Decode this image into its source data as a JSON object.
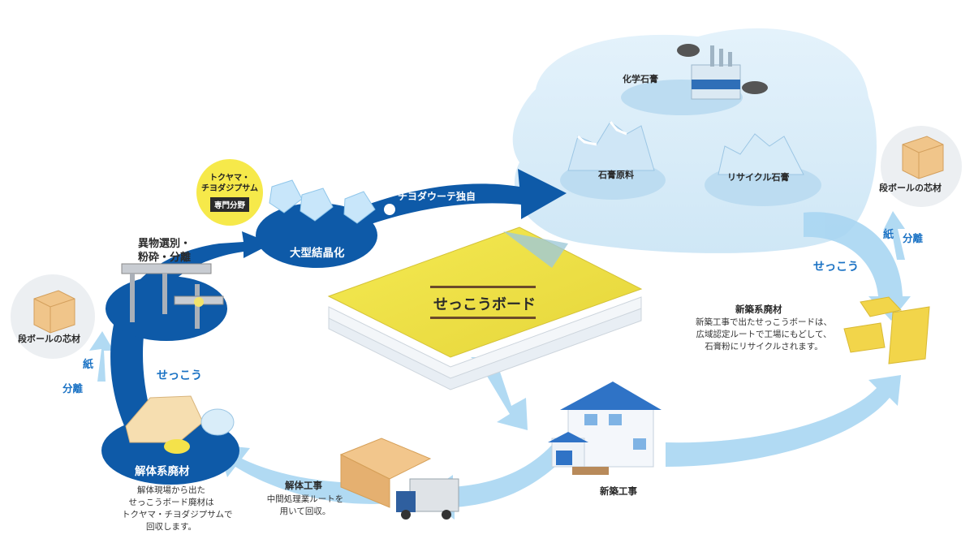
{
  "board": {
    "label": "せっこうボード"
  },
  "badge": {
    "line1": "トクヤマ・",
    "line2": "チヨダジプサム",
    "tag": "専門分野"
  },
  "steps": {
    "crystal": "大型結晶化",
    "chiyoda": "チヨダウーテ独自",
    "sort_line1": "異物選別・",
    "sort_line2": "粉砕・分離",
    "gypsum_left": "せっこう",
    "gypsum_right": "せっこう",
    "paper_left": "紙",
    "separate_left": "分離",
    "paper_right": "紙",
    "separate_right": "分離",
    "demolition_waste": "解体系廃材",
    "demolition_work": "解体工事",
    "new_construction": "新築工事",
    "new_waste": "新築系廃材"
  },
  "cloud": {
    "chemical": "化学石膏",
    "raw": "石膏原料",
    "recycled": "リサイクル石膏"
  },
  "cardboard": {
    "left": "段ボールの芯材",
    "right": "段ボールの芯材"
  },
  "descriptions": {
    "demolition_waste": [
      "解体現場から出た",
      "せっこうボード廃材は",
      "トクヤマ・チヨダジプサムで",
      "回収します。"
    ],
    "demolition_work": [
      "中間処理業ルートを",
      "用いて回収。"
    ],
    "new_waste": [
      "新築工事で出たせっこうボードは、",
      "広域認定ルートで工場にもどして、",
      "石膏粉にリサイクルされます。"
    ]
  },
  "colors": {
    "dark_blue": "#0e5aa8",
    "light_blue": "#a9d6f2",
    "yellow": "#f1e34a",
    "label_blue": "#1a72c4"
  }
}
